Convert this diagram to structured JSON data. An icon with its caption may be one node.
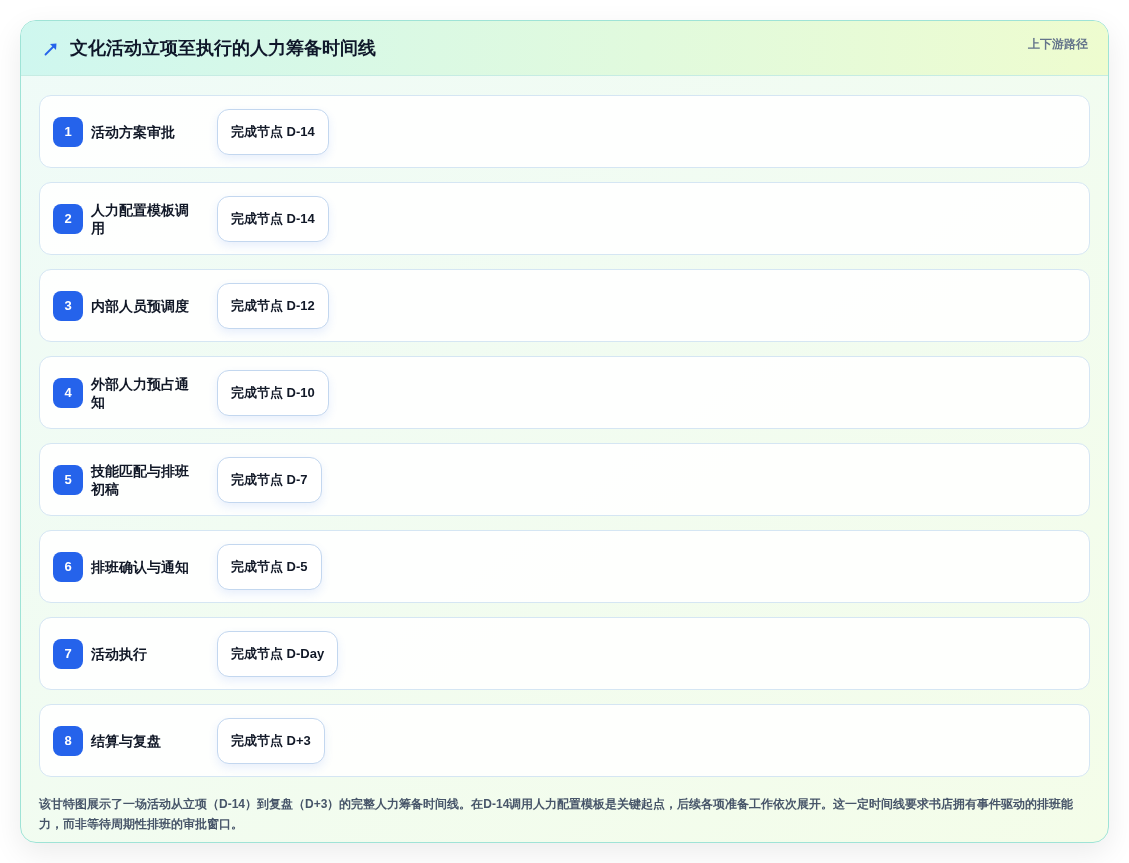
{
  "diagram": {
    "title": "文化活动立项至执行的人力筹备时间线",
    "caption": "该甘特图展示了一场活动从立项（D-14）到复盘（D+3）的完整人力筹备时间线。在D-14调用人力配置模板是关键起点，后续各项准备工作依次展开。这一定时间线要求书店拥有事件驱动的排班能力，而非等待周期性排班的审批窗口。",
    "nodes": [
      {
        "text": [
          "活动方案审批"
        ]
      },
      {
        "text": [
          "1"
        ],
        "in": 0
      },
      {
        "text": [
          "完成节点 D-14"
        ],
        "in": 0
      },
      {
        "text": [
          "人力配置模板调用"
        ]
      },
      {
        "text": [
          "2"
        ],
        "in": 3
      },
      {
        "text": [
          "完成节点 D-14"
        ],
        "in": 3
      },
      {
        "text": [
          "内部人员预调度"
        ]
      },
      {
        "text": [
          "3"
        ],
        "in": 6
      },
      {
        "text": [
          "完成节点 D-12"
        ],
        "in": 6
      },
      {
        "text": [
          "外部人力预占通知"
        ]
      },
      {
        "text": [
          "4"
        ],
        "in": 9
      },
      {
        "text": [
          "完成节点 D-10"
        ],
        "in": 9
      },
      {
        "text": [
          "技能匹配与排班初稿"
        ]
      },
      {
        "text": [
          "5"
        ],
        "in": 12
      },
      {
        "text": [
          "完成节点 D-7"
        ],
        "in": 12
      },
      {
        "text": [
          "排班确认与通知"
        ]
      },
      {
        "text": [
          "6"
        ],
        "in": 15
      },
      {
        "text": [
          "完成节点 D-5"
        ],
        "in": 15
      },
      {
        "text": [
          "活动执行"
        ]
      },
      {
        "text": [
          "7"
        ],
        "in": 18
      },
      {
        "text": [
          "完成节点 D-Day"
        ],
        "in": 18
      },
      {
        "text": [
          "结算与复盘"
        ]
      },
      {
        "text": [
          "8"
        ],
        "in": 21
      },
      {
        "text": [
          "完成节点 D+3"
        ],
        "in": 21
      }
    ],
    "labels": [
      "上下游路径"
    ]
  }
}
